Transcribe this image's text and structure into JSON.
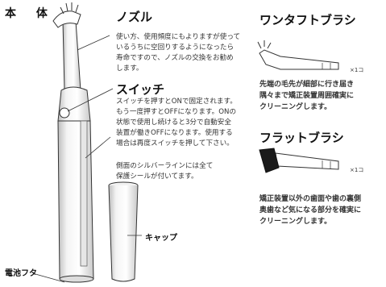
{
  "page_title": "本 体",
  "nozzle": {
    "heading": "ノズル",
    "lines": [
      "使い方、使用頻度にもよりますが使って",
      "いるうちに空回りするようになったら",
      "寿命ですので、ノズルの交換をお勧め",
      "します。"
    ]
  },
  "switch": {
    "heading": "スイッチ",
    "lines": [
      "スイッチを押すとONで固定されます。",
      "もう一度押すとOFFになります。ONの",
      "状態で使用し続けると3分で自動安全",
      "装置が働きOFFになります。使用する",
      "場合は再度スイッチを押して下さい。"
    ]
  },
  "side_line": {
    "lines": [
      "側面のシルバーラインには全て",
      "保護シールが付いてます。"
    ]
  },
  "cap_label": "キャップ",
  "battery_label": "電池フタ",
  "onetuft": {
    "heading": "ワンタフトブラシ",
    "qty": "×1コ",
    "lines": [
      "先端の毛先が細部に行き届き",
      "隅々まで矯正装置周囲確実に",
      "クリーニングします。"
    ]
  },
  "flat": {
    "heading": "フラットブラシ",
    "qty": "×1コ",
    "lines": [
      "矯正装置以外の歯面や歯の裏側",
      "奥歯など気になる部分を確実に",
      "クリーニングします。"
    ]
  },
  "colors": {
    "text": "#222222",
    "line": "#333333",
    "bristle": "#1a1a1a",
    "silver": "#d8d8d8"
  }
}
